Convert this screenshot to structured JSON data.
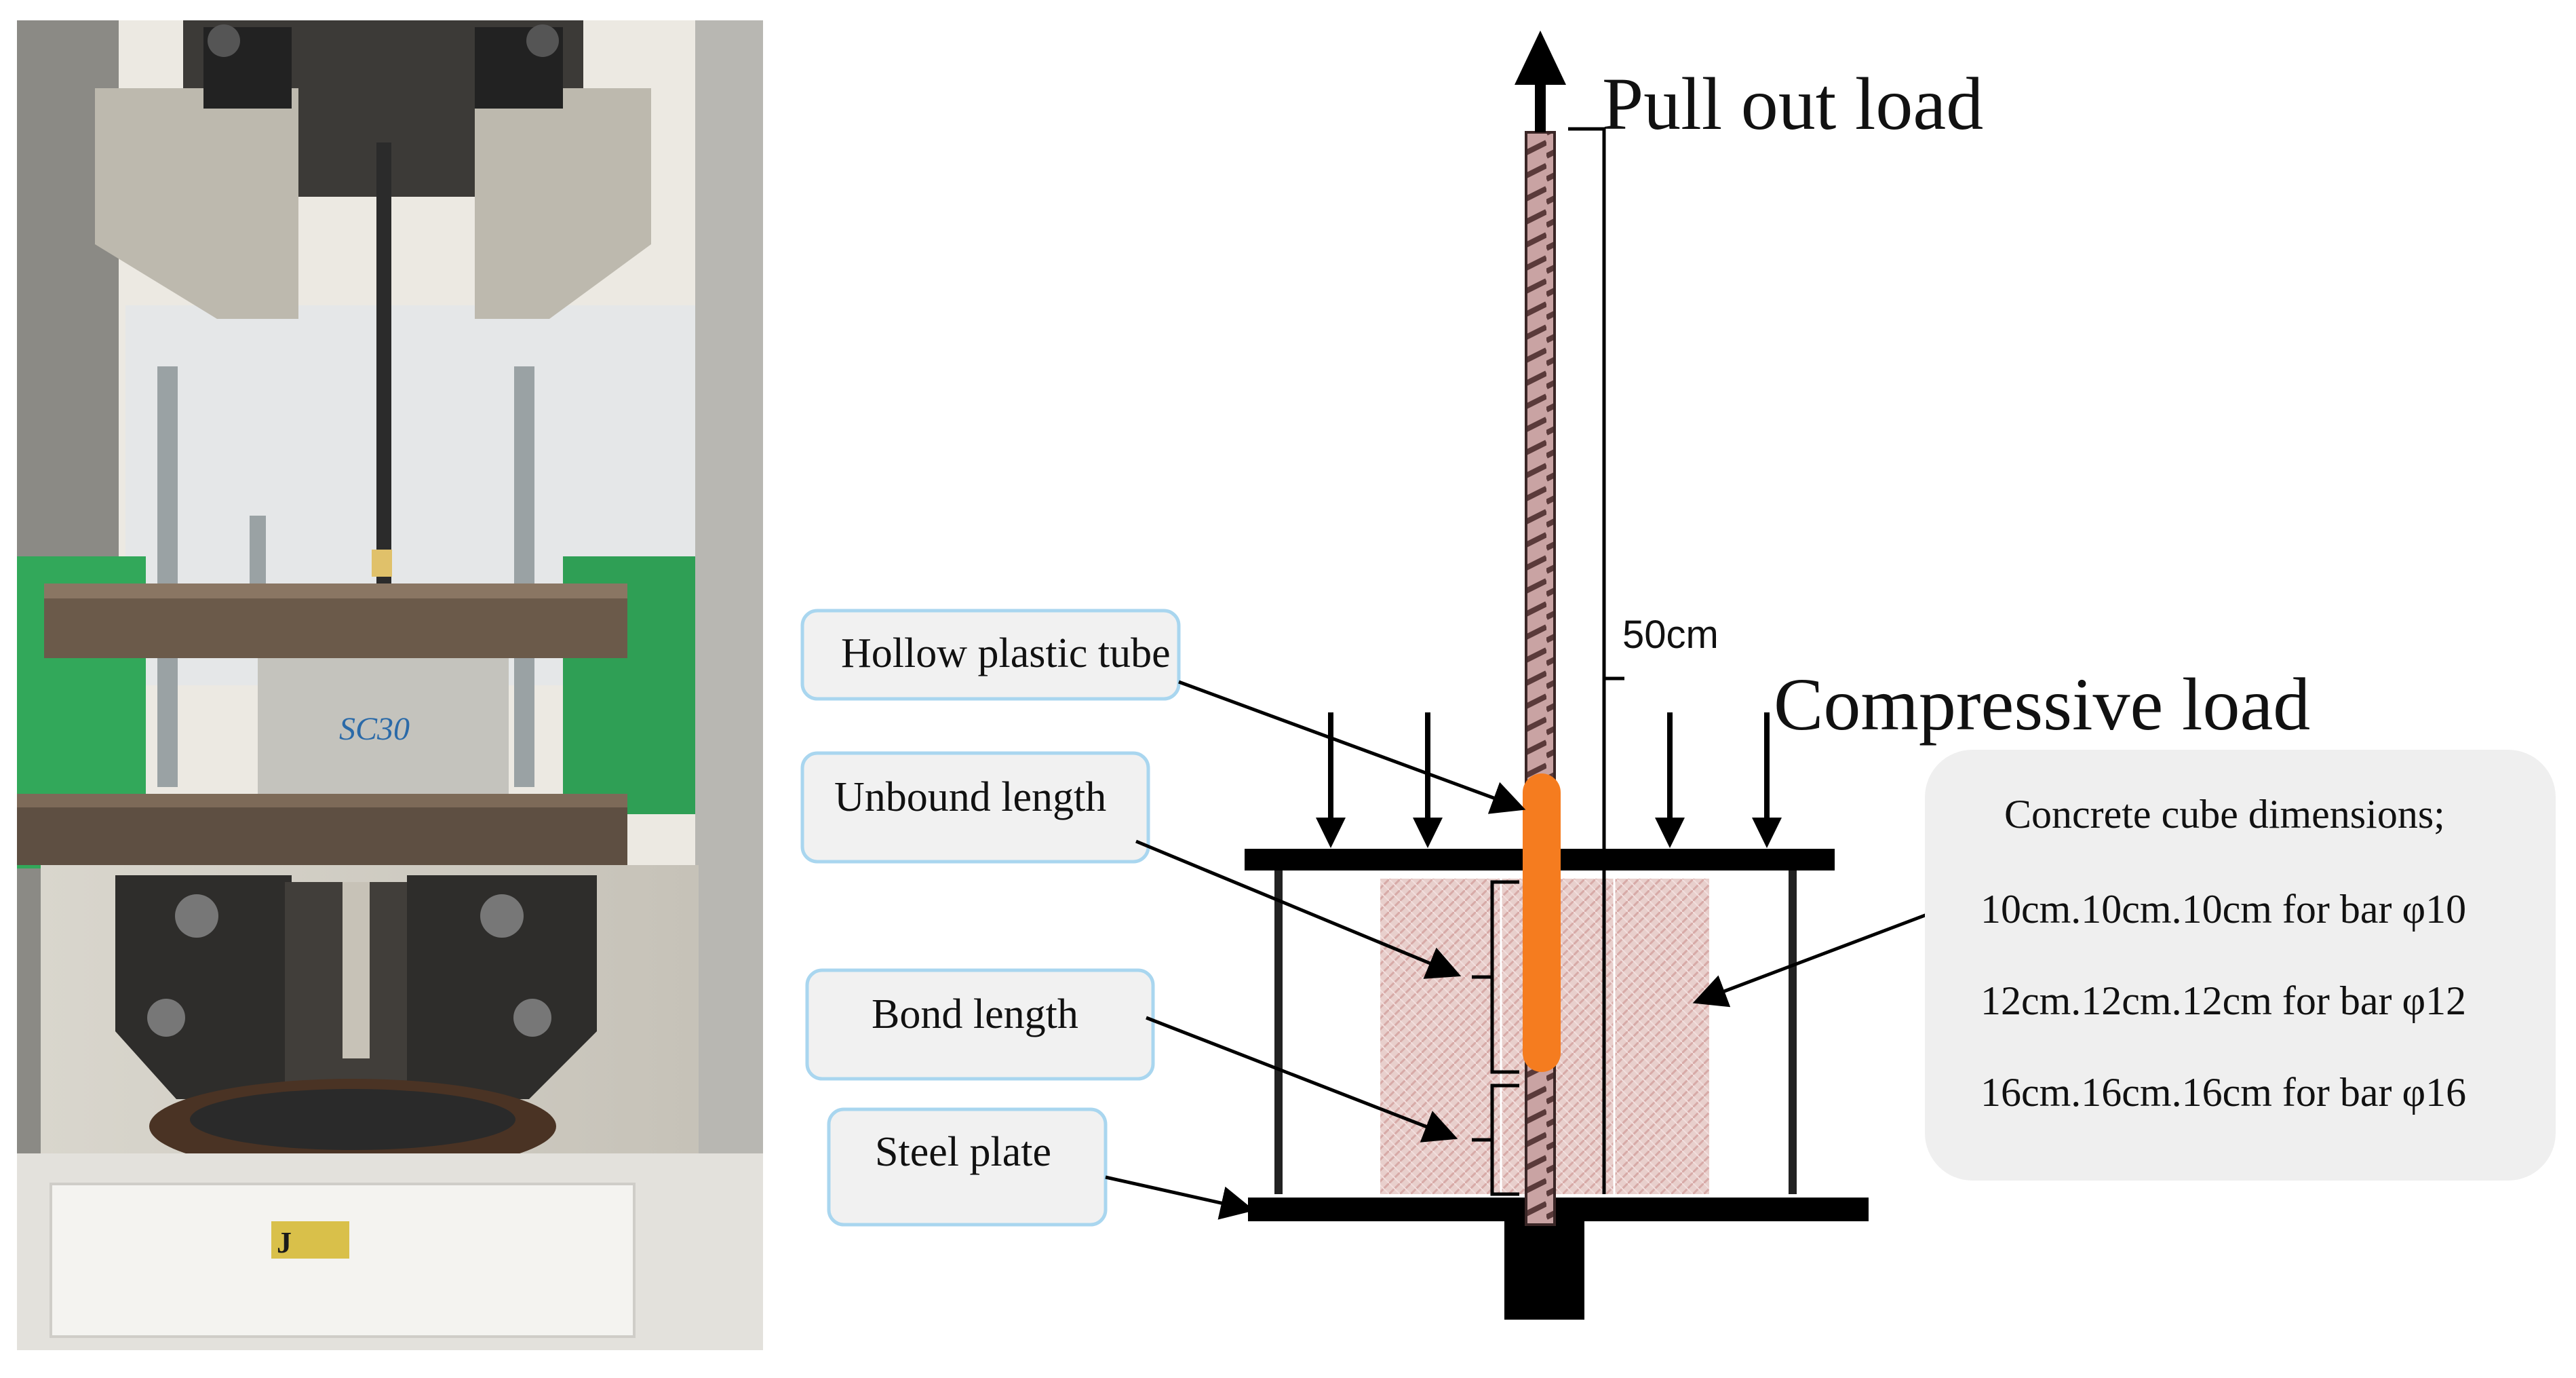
{
  "labels": {
    "pull_out_load": "Pull out load",
    "compressive_load": "Compressive load",
    "dimension": "50cm",
    "hollow_plastic_tube": "Hollow plastic tube",
    "unbound_length": "Unbound length",
    "bond_length": "Bond length",
    "steel_plate": "Steel plate"
  },
  "specs": {
    "title": "Concrete cube dimensions;",
    "lines": [
      "10cm.10cm.10cm for bar φ10",
      "12cm.12cm.12cm for bar φ12",
      "16cm.16cm.16cm for bar φ16"
    ]
  },
  "colors": {
    "tube": "#f57c1f",
    "concrete": "#e9c9c6",
    "rebar": "#c9a3a3",
    "callout_border": "#a9d6ef",
    "callout_fill": "#f1f1f1",
    "spec_fill": "#efefef"
  },
  "photo": {
    "description_icon": "testing-machine-photo"
  }
}
